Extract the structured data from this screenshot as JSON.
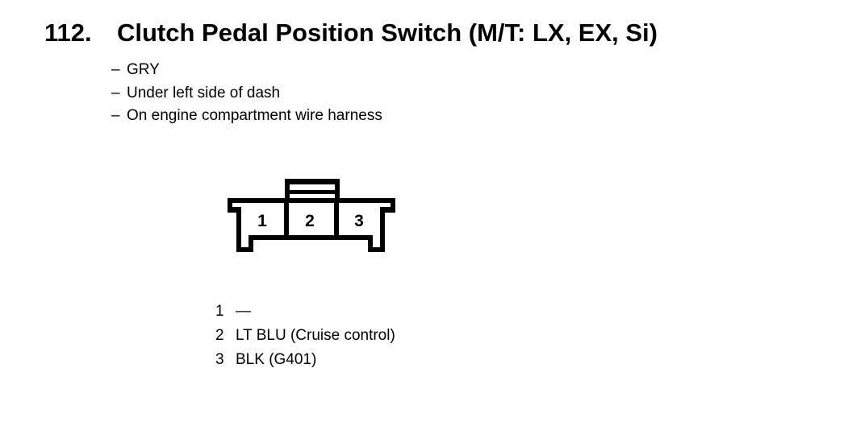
{
  "item": {
    "number": "112.",
    "title": "Clutch Pedal Position Switch (M/T: LX, EX, Si)"
  },
  "notes": {
    "bullet": "–",
    "items": [
      "GRY",
      "Under left side of dash",
      "On engine compartment wire harness"
    ]
  },
  "connector": {
    "pins": [
      "1",
      "2",
      "3"
    ]
  },
  "legend": [
    {
      "pin": "1",
      "wire": "—"
    },
    {
      "pin": "2",
      "wire": "LT BLU (Cruise control)"
    },
    {
      "pin": "3",
      "wire": "BLK (G401)"
    }
  ],
  "colors": {
    "ink": "#000000",
    "paper": "#ffffff"
  }
}
